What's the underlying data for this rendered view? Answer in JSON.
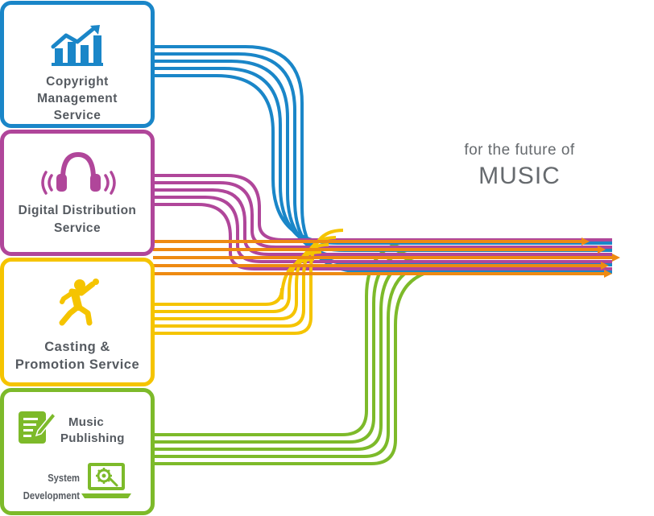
{
  "services": {
    "copyright": {
      "line1": "Copyright",
      "line2": "Management",
      "line3": "Service",
      "color": "#1a86c8",
      "icon": "rising-bar-chart-icon"
    },
    "distribution": {
      "line1": "Digital Distribution",
      "line2": "Service",
      "color": "#b0469a",
      "icon": "headphones-icon"
    },
    "casting": {
      "line1": "Casting &",
      "line2": "Promotion Service",
      "color": "#f5c400",
      "icon": "singer-icon"
    },
    "publishing": {
      "music_line1": "Music",
      "music_line2": "Publishing",
      "system_line1": "System",
      "system_line2": "Development",
      "color": "#7dba2a",
      "icons": [
        "document-edit-icon",
        "laptop-gear-icon"
      ]
    }
  },
  "stream_color": "#ee8a12",
  "tagline": {
    "line1": "for the future of",
    "line2": "MUSIC"
  }
}
